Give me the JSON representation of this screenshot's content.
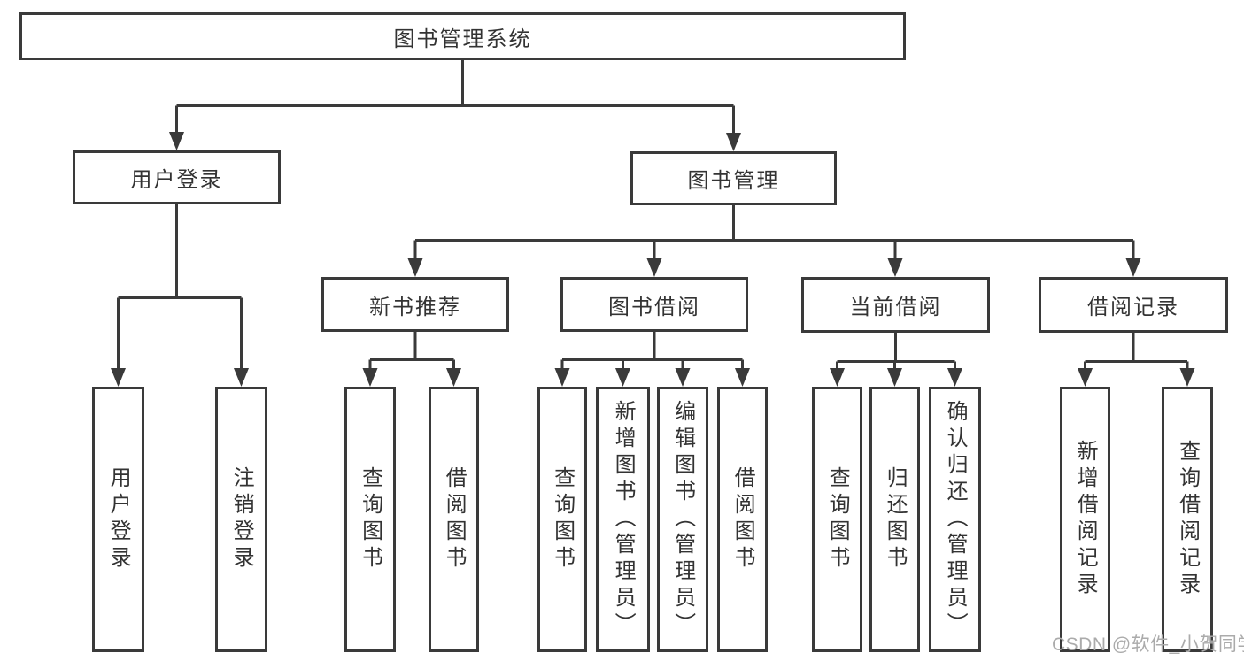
{
  "diagram_title": "图书管理系统",
  "nodes": {
    "root": "图书管理系统",
    "login_group": "用户登录",
    "book_mgmt": "图书管理",
    "new_book_rec": "新书推荐",
    "book_borrow": "图书借阅",
    "current_borrow": "当前借阅",
    "borrow_records": "借阅记录",
    "login_user": "用户登录",
    "login_logout": "注销登录",
    "rec_query": "查询图书",
    "rec_borrow": "借阅图书",
    "bb_query": "查询图书",
    "bb_add": "新增图书（管理员）",
    "bb_edit": "编辑图书（管理员）",
    "bb_borrow": "借阅图书",
    "cb_query": "查询图书",
    "cb_return": "归还图书",
    "cb_confirm": "确认归还（管理员）",
    "br_add": "新增借阅记录",
    "br_query": "查询借阅记录"
  },
  "hierarchy": {
    "label": "图书管理系统",
    "children": [
      {
        "label": "用户登录",
        "children": [
          "用户登录",
          "注销登录"
        ]
      },
      {
        "label": "图书管理",
        "children": [
          {
            "label": "新书推荐",
            "children": [
              "查询图书",
              "借阅图书"
            ]
          },
          {
            "label": "图书借阅",
            "children": [
              "查询图书",
              "新增图书（管理员）",
              "编辑图书（管理员）",
              "借阅图书"
            ]
          },
          {
            "label": "当前借阅",
            "children": [
              "查询图书",
              "归还图书",
              "确认归还（管理员）"
            ]
          },
          {
            "label": "借阅记录",
            "children": [
              "新增借阅记录",
              "查询借阅记录"
            ]
          }
        ]
      }
    ]
  },
  "watermark": "CSDN @软件_小贺同学",
  "colors": {
    "line": "#3a3a3a",
    "box_fill": "#ffffff",
    "text": "#333333",
    "watermark": "#ababab",
    "background": "#ffffff"
  }
}
